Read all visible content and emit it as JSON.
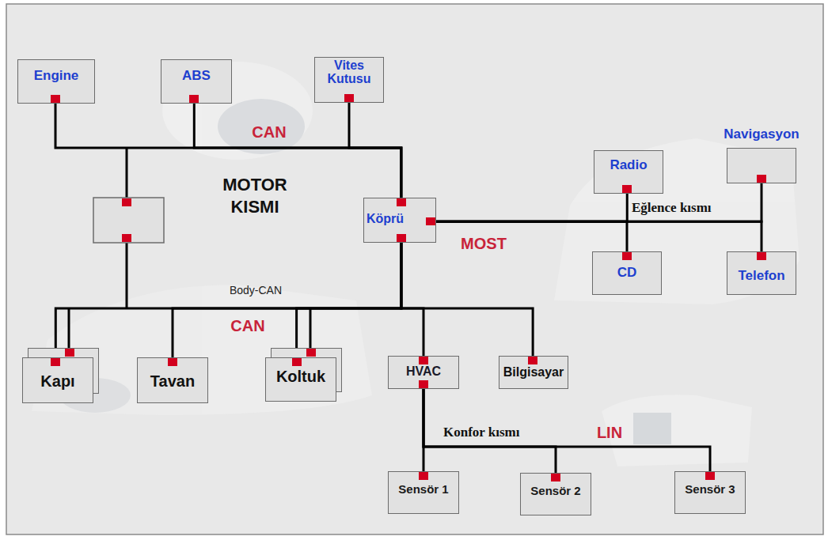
{
  "diagram": {
    "nodes": [
      {
        "text": [
          "Engine"
        ]
      },
      {
        "text": [
          "ABS"
        ]
      },
      {
        "text": [
          "Vites Kutusu"
        ]
      },
      {
        "text": [
          "Köprü"
        ]
      },
      {
        "text": [
          "Radio"
        ]
      },
      {
        "text": [
          "Navigasyon"
        ]
      },
      {
        "text": [
          "CD"
        ]
      },
      {
        "text": [
          "Telefon"
        ]
      },
      {
        "text": [
          "Kapı"
        ]
      },
      {
        "text": [
          "Tavan"
        ]
      },
      {
        "text": [
          "Koltuk"
        ]
      },
      {
        "text": [
          "HVAC"
        ]
      },
      {
        "text": [
          "Bilgisayar"
        ]
      },
      {
        "text": [
          "Sensör 1"
        ]
      },
      {
        "text": [
          "Sensör 2"
        ]
      },
      {
        "text": [
          "Sensör 3"
        ]
      }
    ],
    "edges": [
      {
        "from": 0,
        "to": 3,
        "arrow": "none"
      },
      {
        "from": 1,
        "to": 3,
        "arrow": "none"
      },
      {
        "from": 2,
        "to": 3,
        "arrow": "none"
      },
      {
        "from": 3,
        "to": 4,
        "arrow": "none"
      },
      {
        "from": 3,
        "to": 5,
        "arrow": "none"
      },
      {
        "from": 3,
        "to": 6,
        "arrow": "none"
      },
      {
        "from": 3,
        "to": 7,
        "arrow": "none"
      },
      {
        "from": 3,
        "to": 8,
        "arrow": "none"
      },
      {
        "from": 3,
        "to": 9,
        "arrow": "none"
      },
      {
        "from": 3,
        "to": 10,
        "arrow": "none"
      },
      {
        "from": 3,
        "to": 11,
        "arrow": "none"
      },
      {
        "from": 3,
        "to": 12,
        "arrow": "none"
      },
      {
        "from": 11,
        "to": 13,
        "arrow": "none"
      },
      {
        "from": 11,
        "to": 14,
        "arrow": "none"
      },
      {
        "from": 11,
        "to": 15,
        "arrow": "none"
      }
    ],
    "labels": [
      "CAN",
      "MOTOR KISMI",
      "MOST",
      "Eğlence kısmı",
      "Body-CAN",
      "CAN",
      "Konfor kısmı",
      "LIN"
    ]
  }
}
